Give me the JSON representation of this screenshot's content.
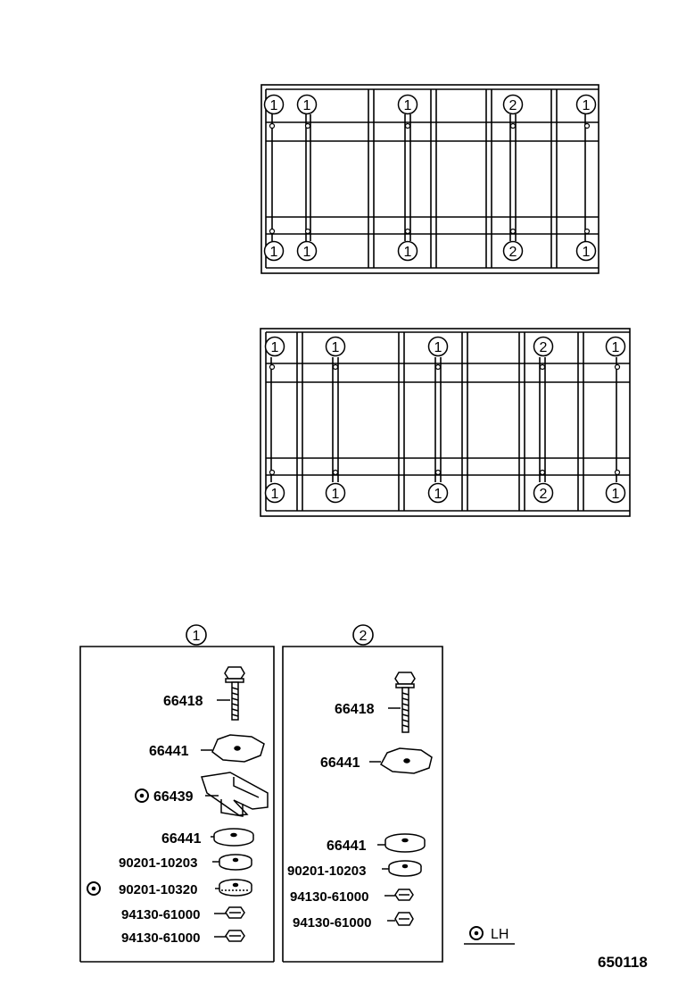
{
  "figure_number": "650118",
  "frame_callouts": [
    "1",
    "2"
  ],
  "legend": {
    "label": "LH",
    "symbol": "lh-mark-icon"
  },
  "group1": {
    "number": "1",
    "parts": [
      {
        "label": "66418",
        "marked": false
      },
      {
        "label": "66441",
        "marked": false
      },
      {
        "label": "66439",
        "marked": true
      },
      {
        "label": "66441",
        "marked": false
      },
      {
        "label": "90201-10203",
        "marked": false
      },
      {
        "label": "90201-10320",
        "marked": true
      },
      {
        "label": "94130-61000",
        "marked": false
      },
      {
        "label": "94130-61000",
        "marked": false
      }
    ]
  },
  "group2": {
    "number": "2",
    "parts": [
      {
        "label": "66418"
      },
      {
        "label": "66441"
      },
      {
        "label": "66441"
      },
      {
        "label": "90201-10203"
      },
      {
        "label": "94130-61000"
      },
      {
        "label": "94130-61000"
      }
    ]
  }
}
